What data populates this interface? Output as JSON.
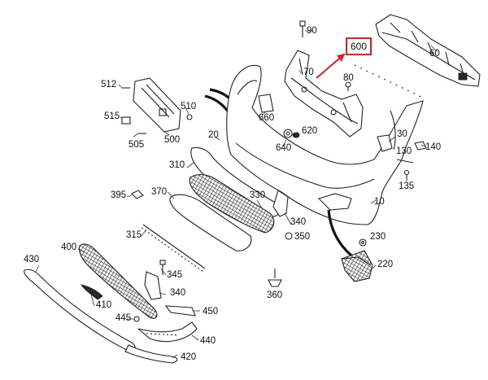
{
  "diagram": {
    "highlight_color": "#e0201e",
    "highlighted_part": "600",
    "labels": {
      "p90": "90",
      "p60": "60",
      "p600": "600",
      "p70": "70",
      "p80": "80",
      "p512": "512",
      "p510": "510",
      "p515": "515",
      "p660": "660",
      "p620": "620",
      "p500": "500",
      "p505": "505",
      "p20": "20",
      "p640": "640",
      "p30": "30",
      "p140": "140",
      "p130": "130",
      "p310": "310",
      "p135": "135",
      "p395": "395",
      "p370": "370",
      "p330": "330",
      "p10": "10",
      "p340a": "340",
      "p315": "315",
      "p350": "350",
      "p230": "230",
      "p400": "400",
      "p430": "430",
      "p220": "220",
      "p345": "345",
      "p340b": "340",
      "p360": "360",
      "p410": "410",
      "p450": "450",
      "p445": "445",
      "p440": "440",
      "p420": "420"
    }
  }
}
